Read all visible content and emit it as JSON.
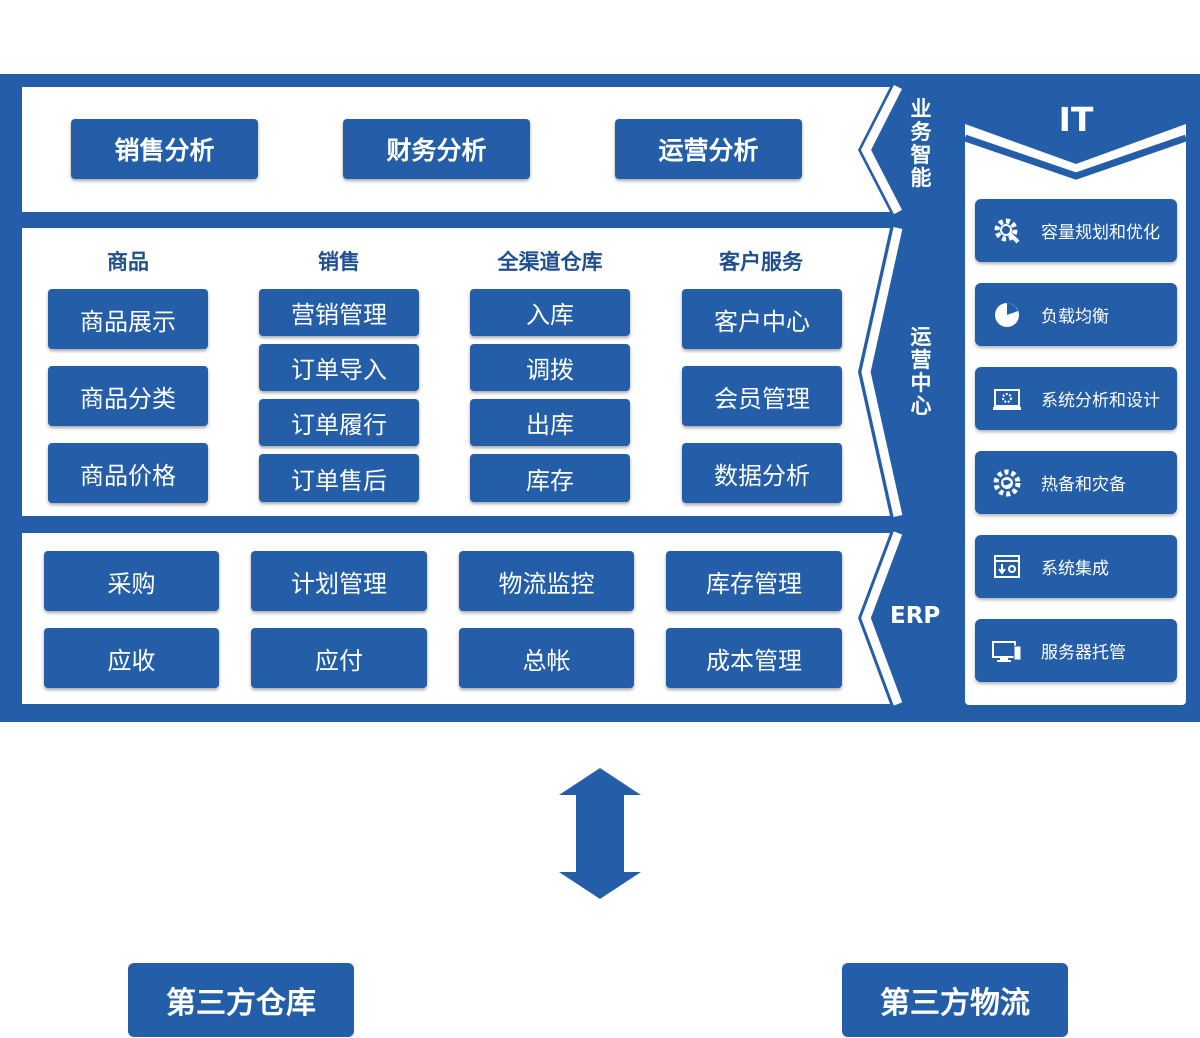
{
  "bi": {
    "label": "业务智能",
    "items": [
      "销售分析",
      "财务分析",
      "运营分析"
    ]
  },
  "ops": {
    "label": "运营中心",
    "columns": [
      {
        "title": "商品",
        "items": [
          "商品展示",
          "商品分类",
          "商品价格"
        ]
      },
      {
        "title": "销售",
        "items": [
          "营销管理",
          "订单导入",
          "订单履行",
          "订单售后"
        ]
      },
      {
        "title": "全渠道仓库",
        "items": [
          "入库",
          "调拨",
          "出库",
          "库存"
        ]
      },
      {
        "title": "客户服务",
        "items": [
          "客户中心",
          "会员管理",
          "数据分析"
        ]
      }
    ]
  },
  "erp": {
    "label": "ERP",
    "row1": [
      "采购",
      "计划管理",
      "物流监控",
      "库存管理"
    ],
    "row2": [
      "应收",
      "应付",
      "总帐",
      "成本管理"
    ]
  },
  "it": {
    "title": "IT",
    "items": [
      {
        "label": "容量规划和优化",
        "icon": "gear-wrench-icon"
      },
      {
        "label": "负载均衡",
        "icon": "pie-chart-icon"
      },
      {
        "label": "系统分析和设计",
        "icon": "monitor-gear-icon"
      },
      {
        "label": "热备和灾备",
        "icon": "gear-globe-icon"
      },
      {
        "label": "系统集成",
        "icon": "window-download-icon"
      },
      {
        "label": "服务器托管",
        "icon": "desktop-server-icon"
      }
    ]
  },
  "bottom": {
    "left": "第三方仓库",
    "right": "第三方物流"
  },
  "colors": {
    "primary": "#245ea9",
    "heading": "#1f4f8f",
    "background": "#ffffff"
  }
}
